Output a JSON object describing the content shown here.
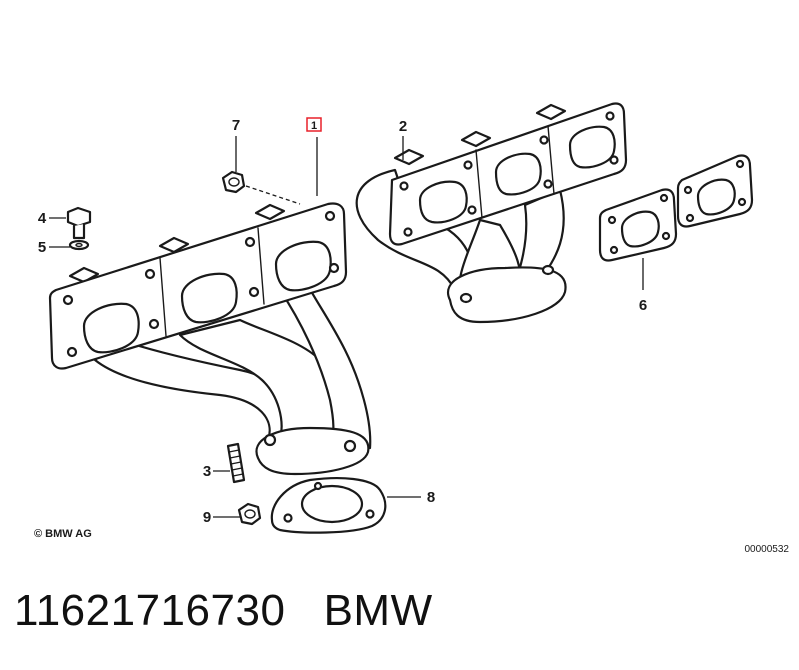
{
  "diagram": {
    "callouts": [
      {
        "id": "1",
        "label": "1",
        "highlighted": true
      },
      {
        "id": "2",
        "label": "2"
      },
      {
        "id": "3",
        "label": "3"
      },
      {
        "id": "4",
        "label": "4"
      },
      {
        "id": "5",
        "label": "5"
      },
      {
        "id": "6",
        "label": "6"
      },
      {
        "id": "7",
        "label": "7"
      },
      {
        "id": "8",
        "label": "8"
      },
      {
        "id": "9",
        "label": "9"
      }
    ],
    "copyright": "© BMW AG",
    "document_number": "00000532",
    "highlight_color": "#e8202a"
  },
  "footer": {
    "part_number": "11621716730",
    "brand": "BMW",
    "title": "11621716730   BMW"
  }
}
